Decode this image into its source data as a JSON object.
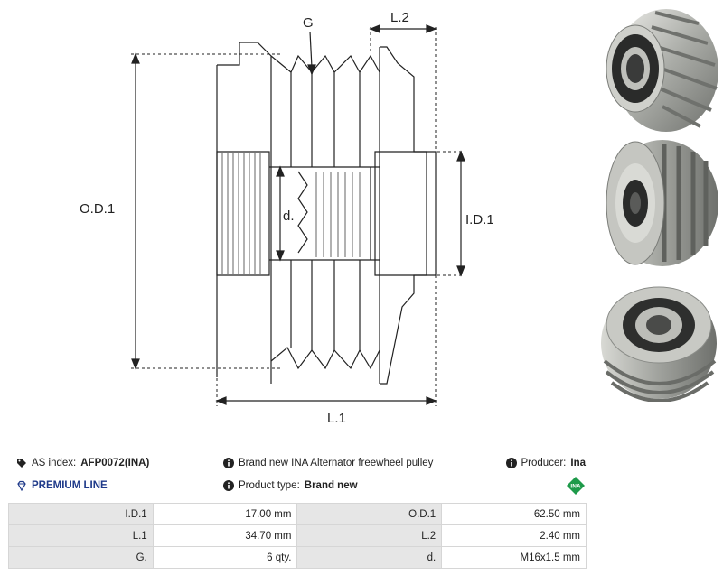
{
  "drawing": {
    "labels": {
      "groove": "G",
      "l2": "L.2",
      "od1": "O.D.1",
      "bore": "d.",
      "id1": "I.D.1",
      "l1": "L.1"
    }
  },
  "info": {
    "as_index_label": "AS index:",
    "as_index_value": "AFP0072(INA)",
    "description": "Brand new INA Alternator freewheel pulley",
    "producer_label": "Producer:",
    "producer_value": "Ina",
    "premium_line": "PREMIUM LINE",
    "product_type_label": "Product type:",
    "product_type_value": "Brand new",
    "producer_logo_text": "INA"
  },
  "specs": [
    {
      "label1": "I.D.1",
      "value1": "17.00 mm",
      "label2": "O.D.1",
      "value2": "62.50 mm"
    },
    {
      "label1": "L.1",
      "value1": "34.70 mm",
      "label2": "L.2",
      "value2": "2.40 mm"
    },
    {
      "label1": "G.",
      "value1": "6 qty.",
      "label2": "d.",
      "value2": "M16x1.5 mm"
    }
  ],
  "colors": {
    "premium": "#1f3a8a",
    "ina_logo": "#1e9a4a",
    "table_label_bg": "#e6e6e6"
  }
}
